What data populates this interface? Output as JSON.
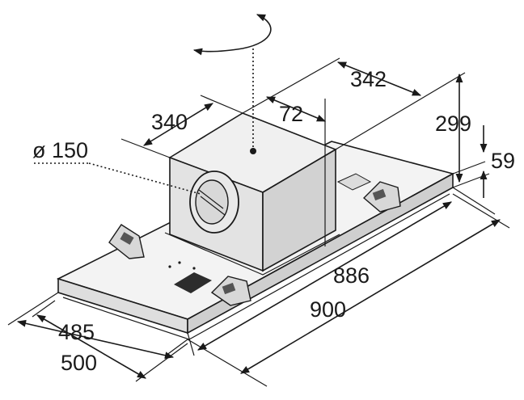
{
  "dimensions": {
    "rotation_note": "",
    "d_342": "342",
    "d_72": "72",
    "d_340": "340",
    "d_299": "299",
    "d_59": "59",
    "d_150": "ø 150",
    "d_886": "886",
    "d_900": "900",
    "d_485": "485",
    "d_500": "500"
  },
  "colors": {
    "line": "#1a1a1a",
    "hood_light": "#f2f2f2",
    "hood_mid": "#e4e4e4",
    "hood_dark": "#cfcfcf"
  }
}
